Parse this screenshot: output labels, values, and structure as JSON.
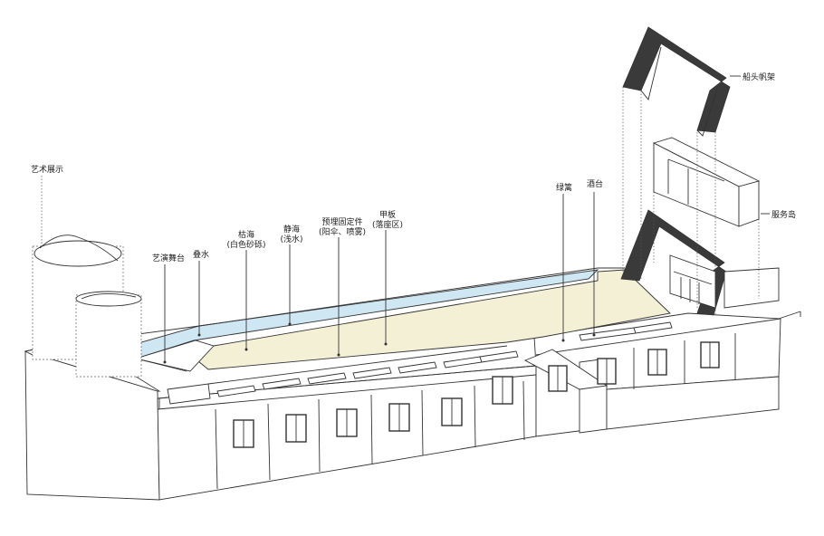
{
  "labels": {
    "art_display": "艺术展示",
    "performance_stage": "艺演舞台",
    "cascade_water": "叠水",
    "dry_sea_line1": "枯海",
    "dry_sea_line2": "(白色砂砾)",
    "still_sea_line1": "静海",
    "still_sea_line2": "(浅水)",
    "embedded_fixture_line1": "预埋固定件",
    "embedded_fixture_line2": "(阳伞、喷雾)",
    "deck_line1": "甲板",
    "deck_line2": "(落座区)",
    "green_hedge": "绿篱",
    "bar_counter": "酒台",
    "bow_sail_frame": "船头帆架",
    "service_island": "服务岛"
  },
  "colors": {
    "pool_water": "#cfe7f3",
    "deck_sand": "#f4f0d6",
    "line": "#333333",
    "sail_dark": "#3a3a3a"
  }
}
